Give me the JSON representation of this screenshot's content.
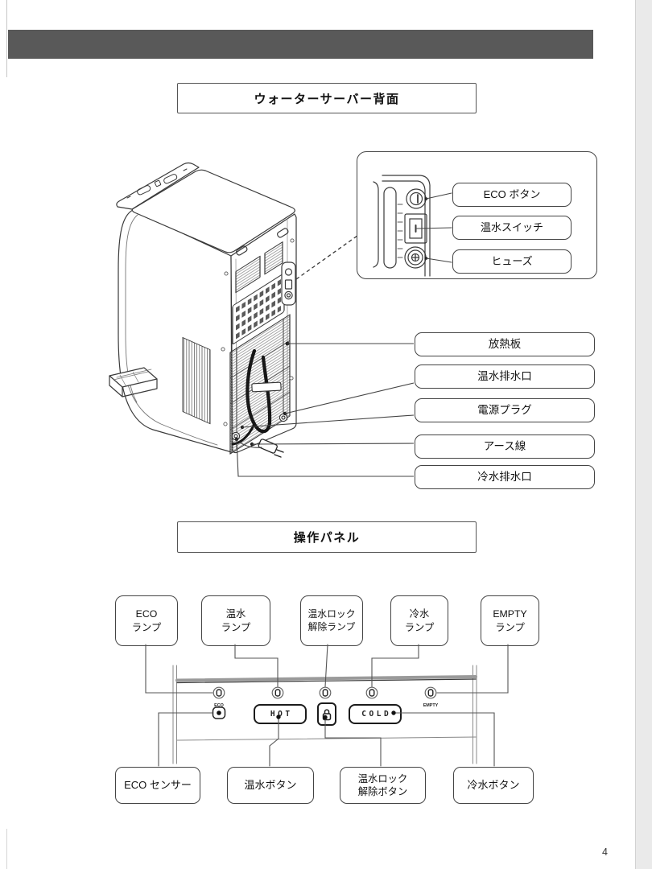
{
  "page": {
    "number": "4"
  },
  "colors": {
    "header_bar": "#595959",
    "line": "#3a3a3a"
  },
  "section_back": {
    "title": "ウォーターサーバー背面",
    "inset_labels": [
      {
        "label": "ECO ボタン"
      },
      {
        "label": "温水スイッチ"
      },
      {
        "label": "ヒューズ"
      }
    ],
    "part_labels": [
      {
        "label": "放熱板"
      },
      {
        "label": "温水排水口"
      },
      {
        "label": "電源プラグ"
      },
      {
        "label": "アース線"
      },
      {
        "label": "冷水排水口"
      }
    ]
  },
  "section_panel": {
    "title": "操作パネル",
    "lamp_labels": [
      {
        "line1": "ECO",
        "line2": "ランプ"
      },
      {
        "line1": "温水",
        "line2": "ランプ"
      },
      {
        "line1": "温水ロック",
        "line2": "解除ランプ"
      },
      {
        "line1": "冷水",
        "line2": "ランプ"
      },
      {
        "line1": "EMPTY",
        "line2": "ランプ"
      }
    ],
    "button_labels": [
      {
        "line1": "ECO センサー",
        "line2": ""
      },
      {
        "line1": "温水ボタン",
        "line2": ""
      },
      {
        "line1": "温水ロック",
        "line2": "解除ボタン"
      },
      {
        "line1": "冷水ボタン",
        "line2": ""
      }
    ],
    "panel": {
      "hot": "HOT",
      "cold": "COLD",
      "eco_small": "ECO",
      "empty_small": "EMPTY"
    }
  }
}
